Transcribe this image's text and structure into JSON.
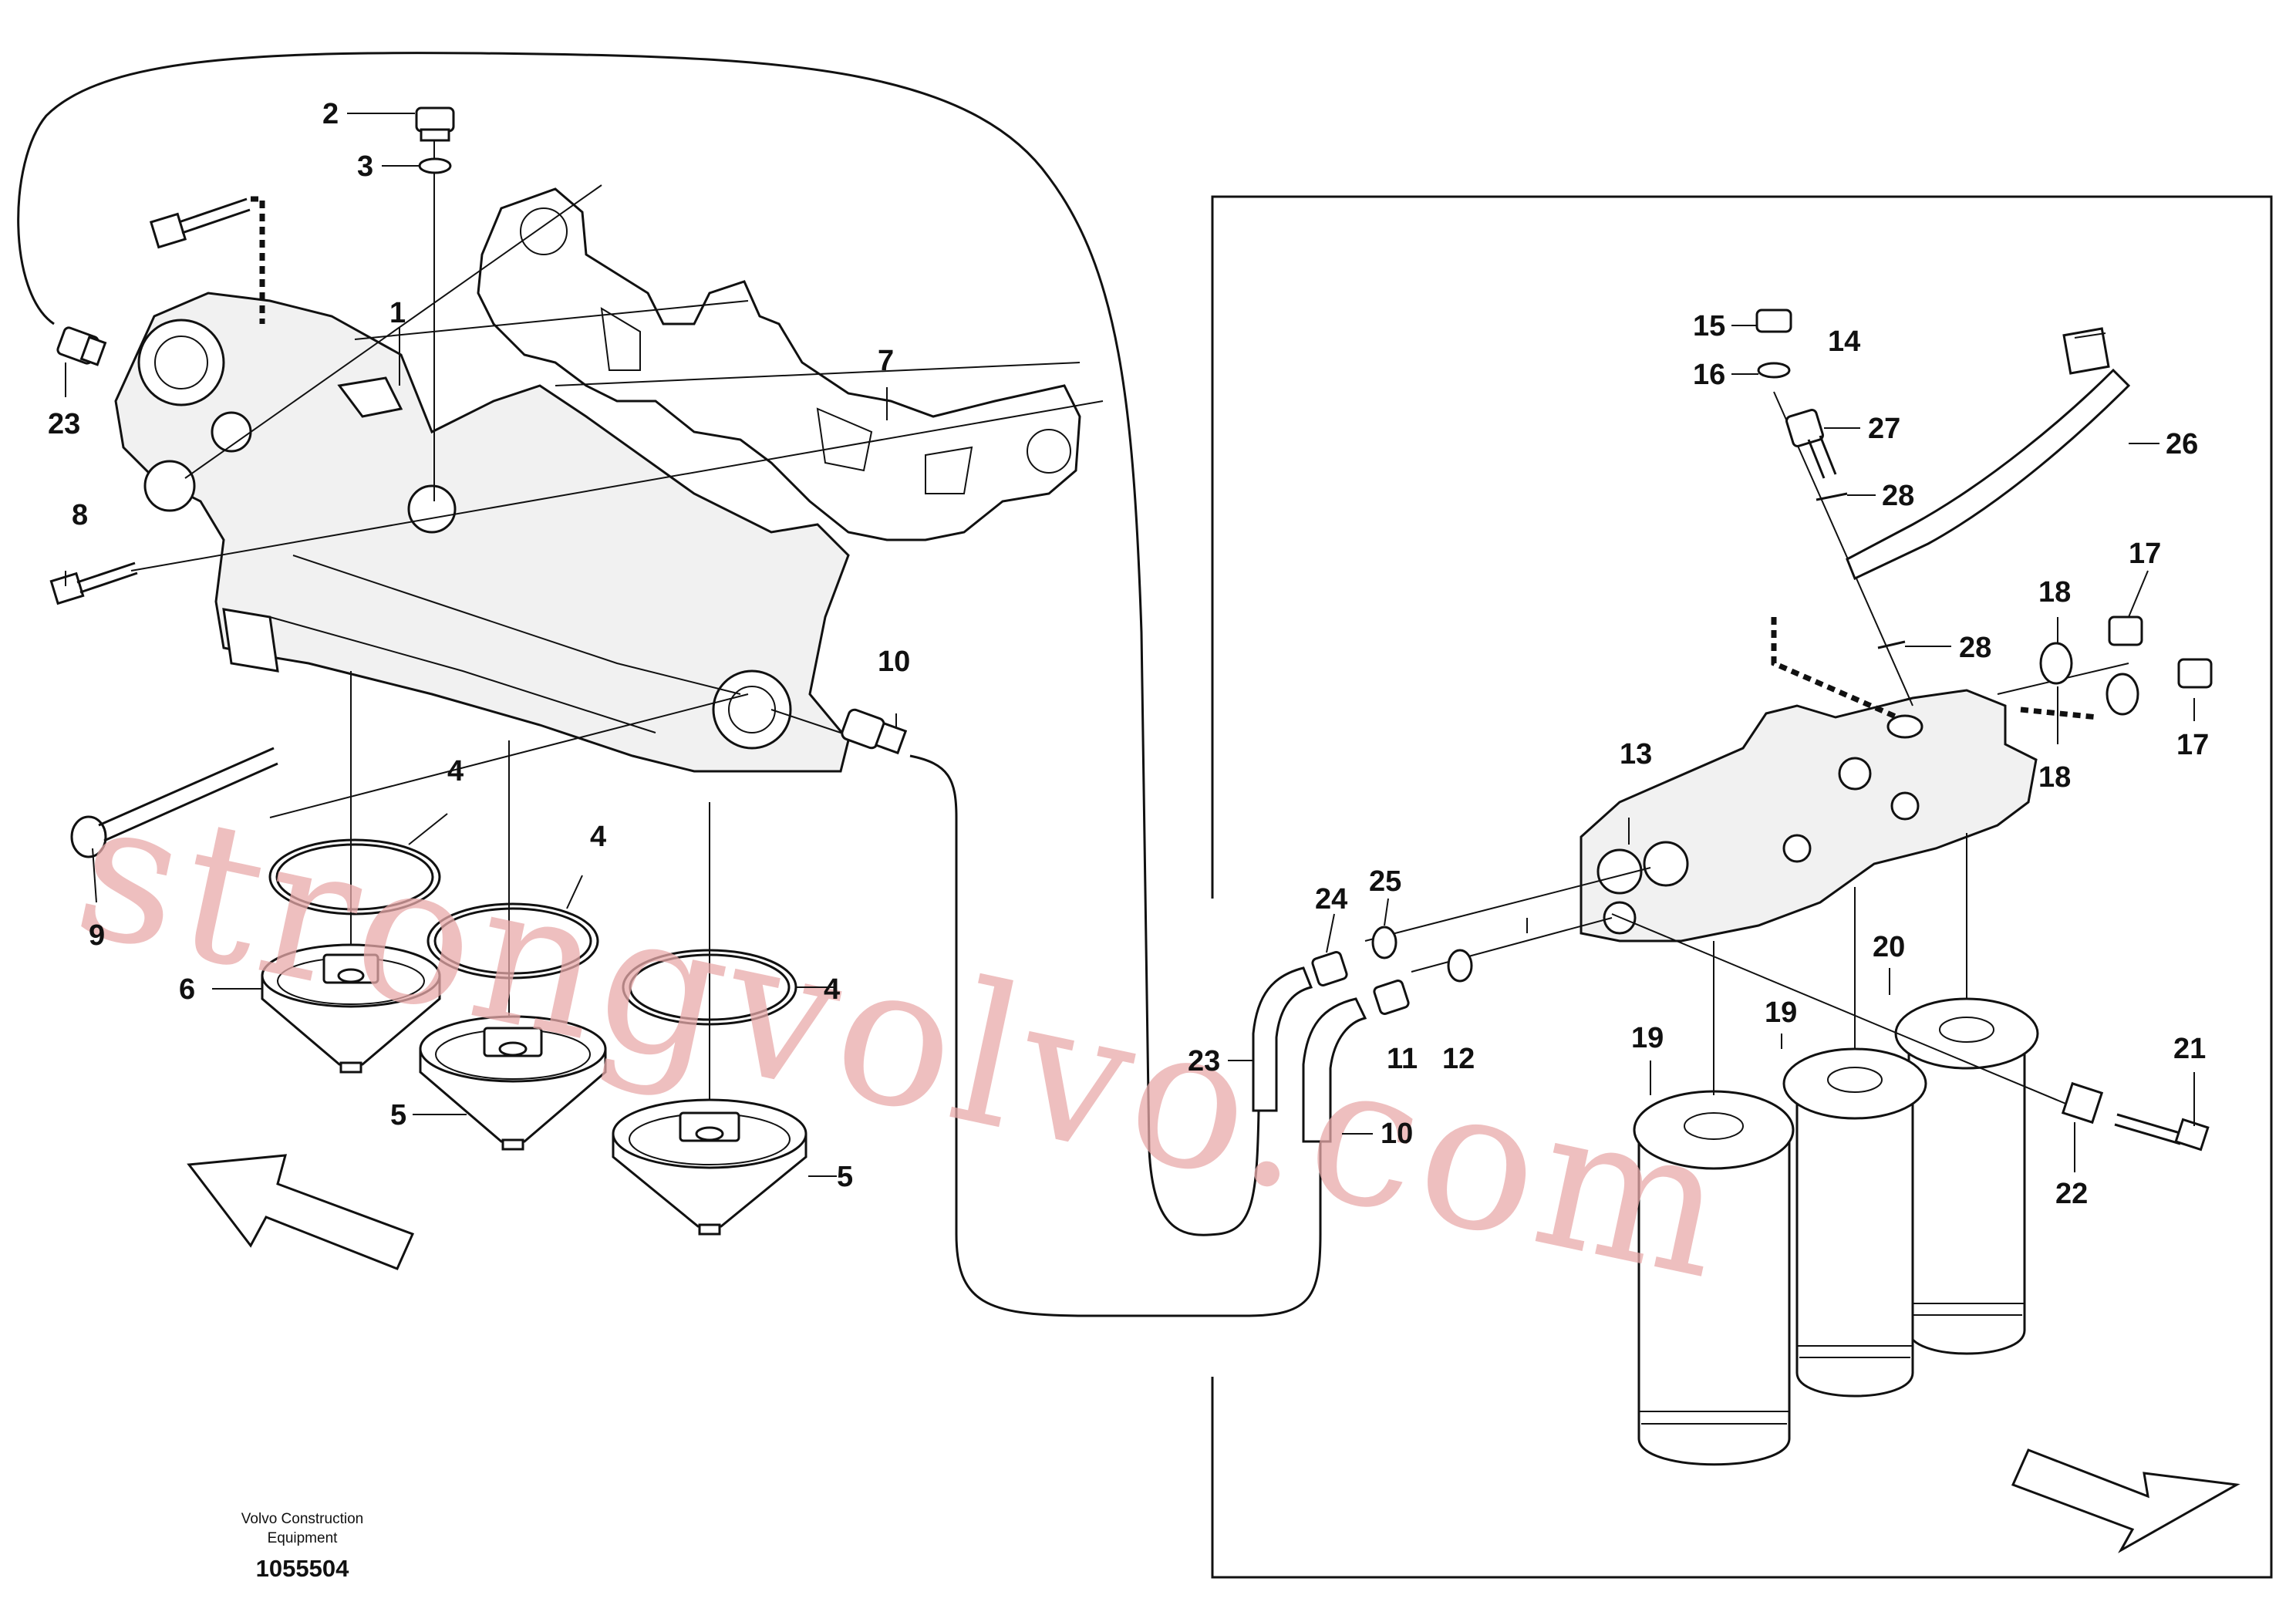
{
  "caption": {
    "line1": "Volvo Construction",
    "line2": "Equipment",
    "doc_number": "1055504"
  },
  "watermark": "strongvolvo.com",
  "callouts": [
    {
      "id": "c1",
      "text": "1"
    },
    {
      "id": "c2",
      "text": "2"
    },
    {
      "id": "c3",
      "text": "3"
    },
    {
      "id": "c4a",
      "text": "4"
    },
    {
      "id": "c4b",
      "text": "4"
    },
    {
      "id": "c4c",
      "text": "4"
    },
    {
      "id": "c5a",
      "text": "5"
    },
    {
      "id": "c5b",
      "text": "5"
    },
    {
      "id": "c6",
      "text": "6"
    },
    {
      "id": "c7",
      "text": "7"
    },
    {
      "id": "c8",
      "text": "8"
    },
    {
      "id": "c9",
      "text": "9"
    },
    {
      "id": "c10a",
      "text": "10"
    },
    {
      "id": "c10b",
      "text": "10"
    },
    {
      "id": "c11",
      "text": "11"
    },
    {
      "id": "c12",
      "text": "12"
    },
    {
      "id": "c13",
      "text": "13"
    },
    {
      "id": "c14",
      "text": "14"
    },
    {
      "id": "c15",
      "text": "15"
    },
    {
      "id": "c16",
      "text": "16"
    },
    {
      "id": "c17a",
      "text": "17"
    },
    {
      "id": "c17b",
      "text": "17"
    },
    {
      "id": "c18a",
      "text": "18"
    },
    {
      "id": "c18b",
      "text": "18"
    },
    {
      "id": "c19a",
      "text": "19"
    },
    {
      "id": "c19b",
      "text": "19"
    },
    {
      "id": "c20",
      "text": "20"
    },
    {
      "id": "c21",
      "text": "21"
    },
    {
      "id": "c22",
      "text": "22"
    },
    {
      "id": "c23a",
      "text": "23"
    },
    {
      "id": "c23b",
      "text": "23"
    },
    {
      "id": "c24",
      "text": "24"
    },
    {
      "id": "c25",
      "text": "25"
    },
    {
      "id": "c26",
      "text": "26"
    },
    {
      "id": "c27",
      "text": "27"
    },
    {
      "id": "c28a",
      "text": "28"
    },
    {
      "id": "c28b",
      "text": "28"
    }
  ]
}
